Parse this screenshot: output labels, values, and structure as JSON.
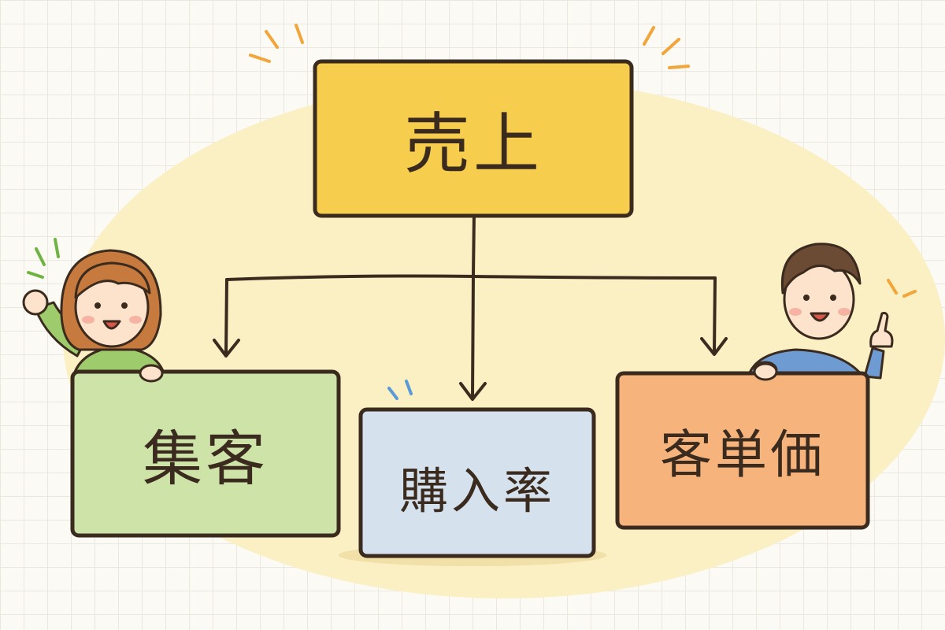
{
  "diagram": {
    "root": {
      "label": "売上",
      "color": "#f7cd4e"
    },
    "children": [
      {
        "label": "集客",
        "color": "#cde3a8"
      },
      {
        "label": "購入率",
        "color": "#d5e2ee"
      },
      {
        "label": "客単価",
        "color": "#f6b47c"
      }
    ]
  },
  "colors": {
    "outline": "#3a2b1e",
    "background_blob": "#faf0c4",
    "accent_marks_orange": "#f2a53a",
    "accent_marks_green": "#6fb443",
    "accent_marks_blue": "#5a9ad6"
  },
  "characters": {
    "left": {
      "description_icon": "woman-cheering-icon",
      "shirt_color": "#9ecb6b",
      "hair_color": "#c77a3e"
    },
    "right": {
      "description_icon": "man-pointing-icon",
      "shirt_color": "#6f9bd3",
      "hair_color": "#6b4b33"
    }
  }
}
